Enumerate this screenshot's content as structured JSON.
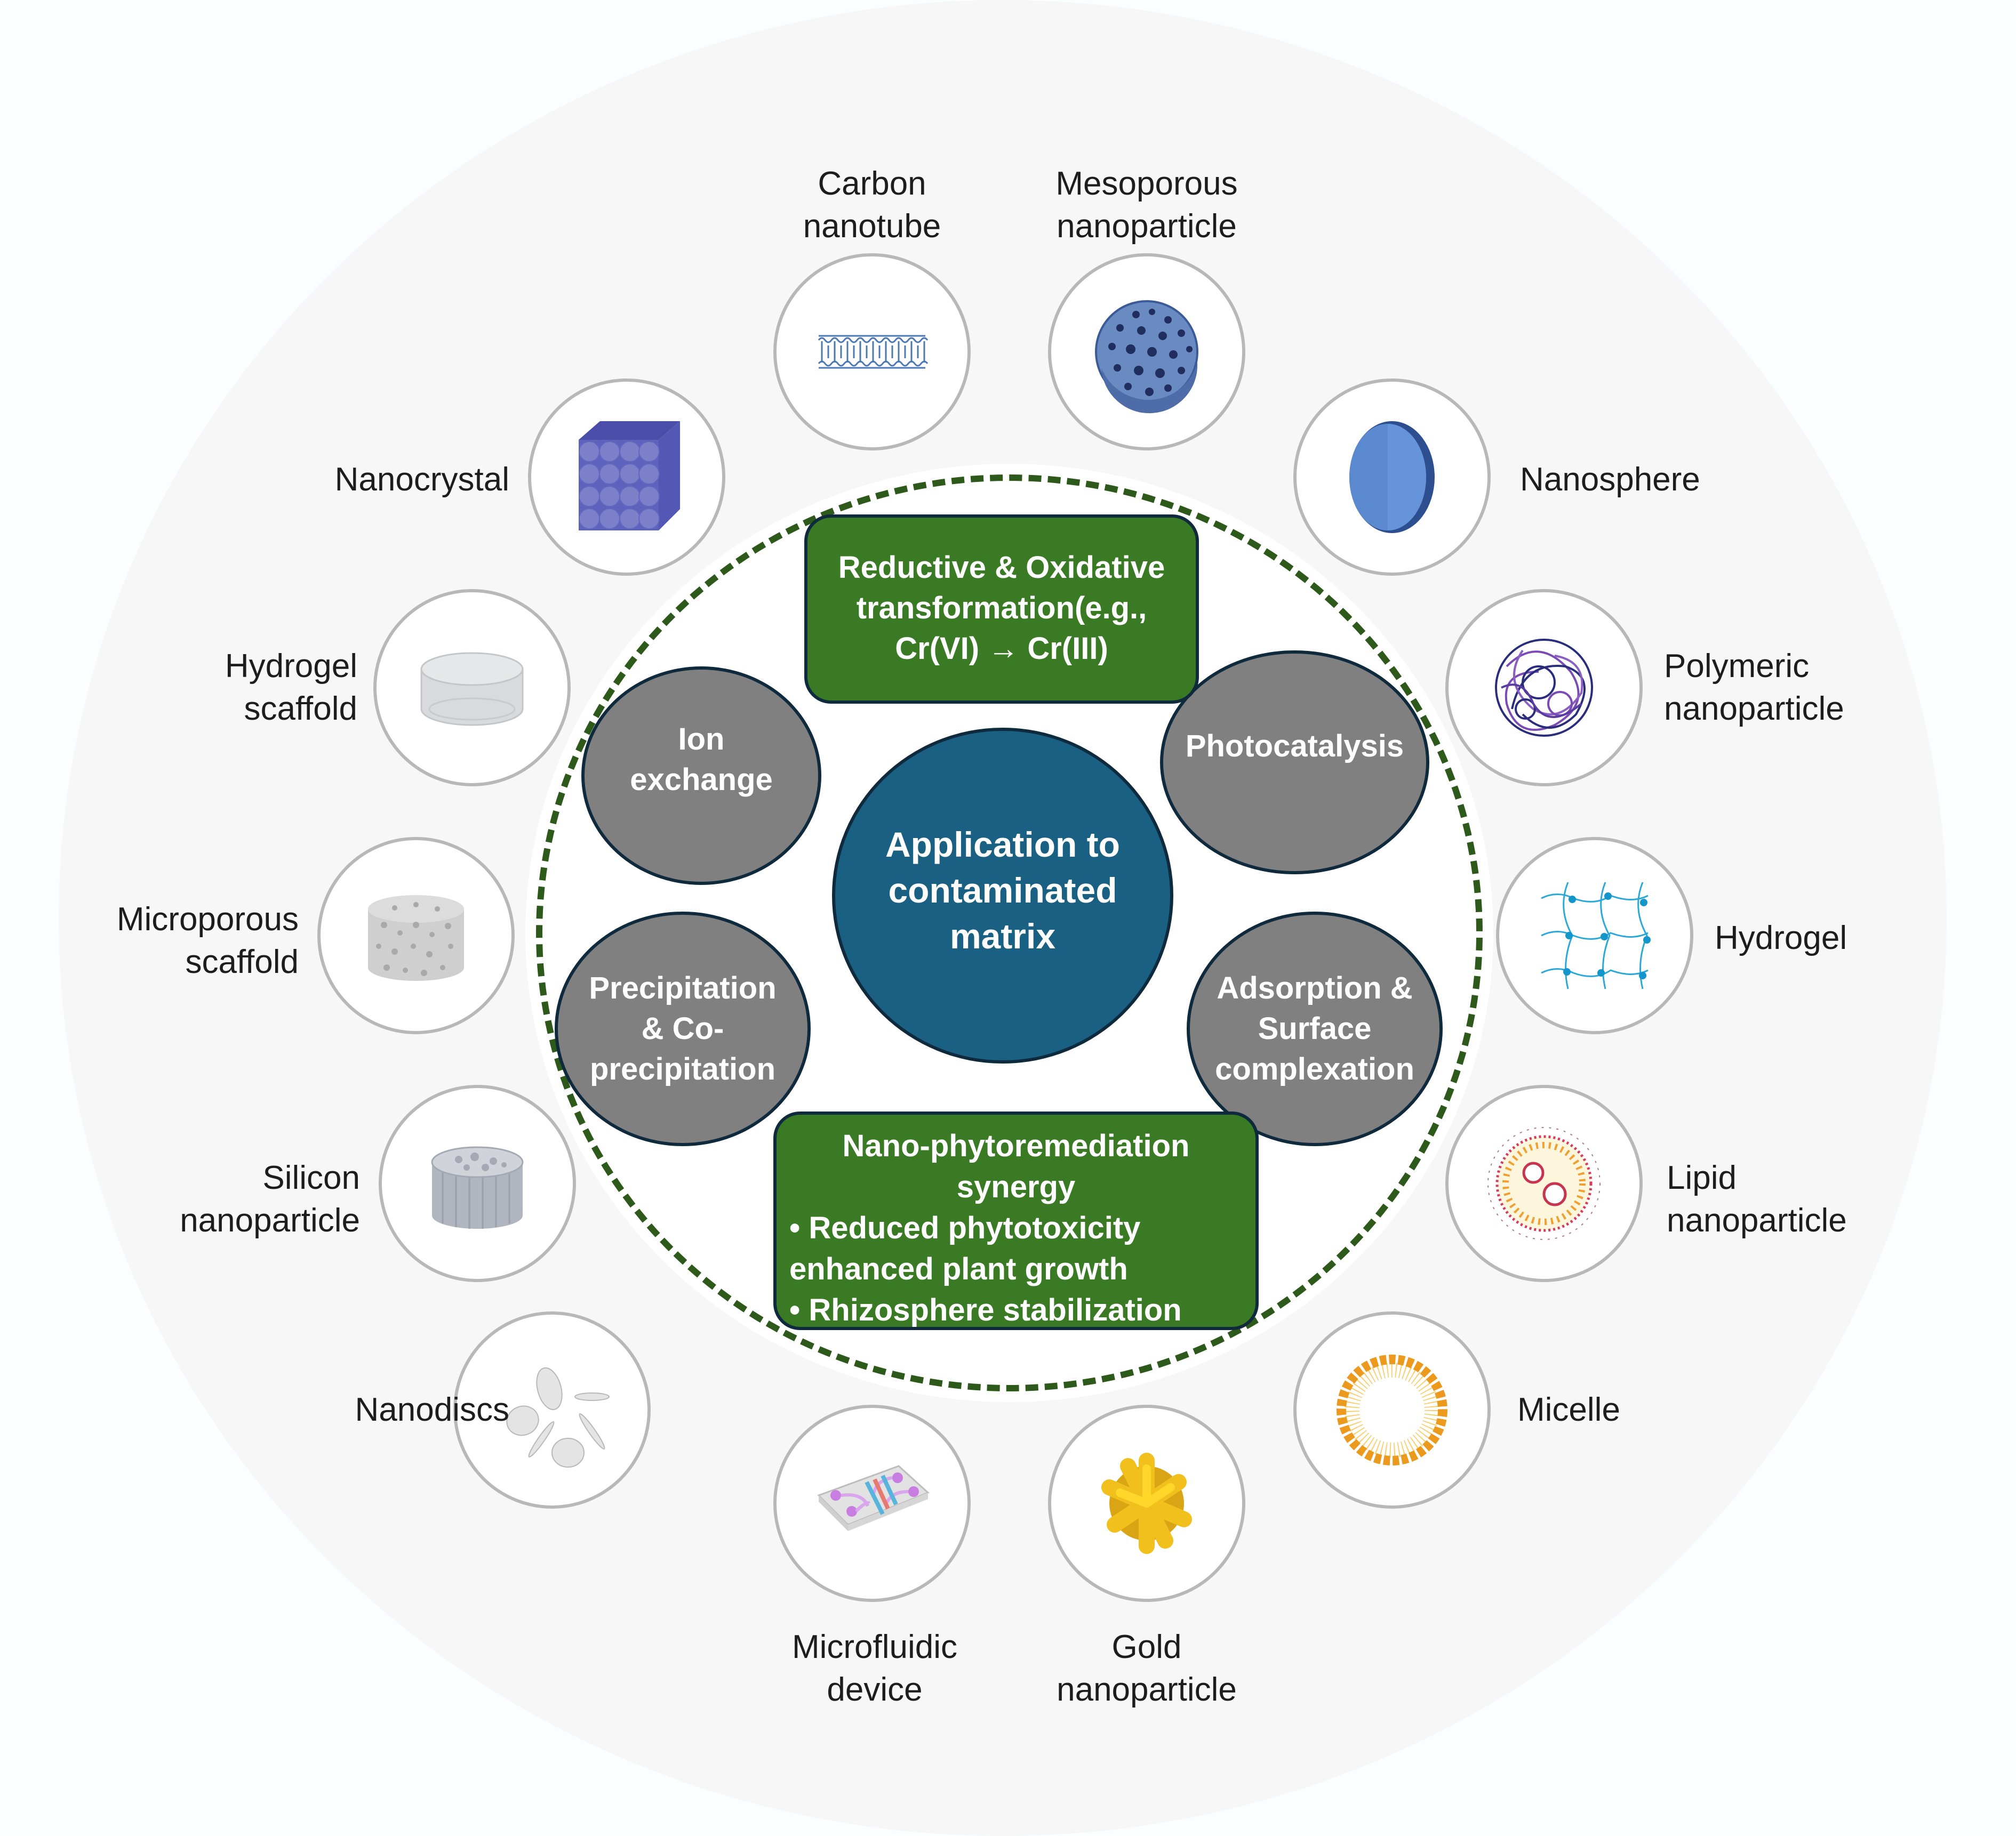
{
  "diagram": {
    "center": {
      "label": "Application to contaminated matrix",
      "lines": [
        "Application to",
        "contaminated",
        "matrix"
      ]
    },
    "mechanisms": [
      {
        "id": "ion-exchange",
        "lines": [
          "Ion",
          "exchange"
        ]
      },
      {
        "id": "precipitation",
        "lines": [
          "Precipitation",
          "& Co-",
          "precipitation"
        ]
      },
      {
        "id": "photocatalysis",
        "lines": [
          "Photocatalysis"
        ]
      },
      {
        "id": "adsorption",
        "lines": [
          "Adsorption &",
          "Surface",
          "complexation"
        ]
      }
    ],
    "green_boxes": {
      "top": {
        "lines": [
          "Reductive & Oxidative",
          "transformation(e.g.,",
          "Cr(VI) → Cr(III)"
        ]
      },
      "bottom": {
        "title_lines": [
          "Nano-phytoremediation",
          "synergy"
        ],
        "bullets": [
          "• Reduced phytotoxicity",
          "enhanced plant growth",
          "• Rhizosphere stabilization"
        ]
      }
    },
    "nanomaterials": [
      {
        "id": "carbon-nanotube",
        "lines": [
          "Carbon",
          "nanotube"
        ],
        "icon": "carbon-nanotube-icon"
      },
      {
        "id": "mesoporous-nanoparticle",
        "lines": [
          "Mesoporous",
          "nanoparticle"
        ],
        "icon": "mesoporous-sphere-icon"
      },
      {
        "id": "nanosphere",
        "lines": [
          "Nanosphere"
        ],
        "icon": "nanosphere-icon"
      },
      {
        "id": "polymeric-nanoparticle",
        "lines": [
          "Polymeric",
          "nanoparticle"
        ],
        "icon": "polymer-coil-icon"
      },
      {
        "id": "hydrogel",
        "lines": [
          "Hydrogel"
        ],
        "icon": "hydrogel-network-icon"
      },
      {
        "id": "lipid-nanoparticle",
        "lines": [
          "Lipid",
          "nanoparticle"
        ],
        "icon": "lipid-nanoparticle-icon"
      },
      {
        "id": "micelle",
        "lines": [
          "Micelle"
        ],
        "icon": "micelle-icon"
      },
      {
        "id": "gold-nanoparticle",
        "lines": [
          "Gold",
          "nanoparticle"
        ],
        "icon": "gold-nanostar-icon"
      },
      {
        "id": "microfluidic-device",
        "lines": [
          "Microfluidic",
          "device"
        ],
        "icon": "microfluidic-chip-icon"
      },
      {
        "id": "nanodiscs",
        "lines": [
          "Nanodiscs"
        ],
        "icon": "nanodiscs-icon"
      },
      {
        "id": "silicon-nanoparticle",
        "lines": [
          "Silicon",
          "nanoparticle"
        ],
        "icon": "silicon-cylinder-icon"
      },
      {
        "id": "microporous-scaffold",
        "lines": [
          "Microporous",
          "scaffold"
        ],
        "icon": "porous-scaffold-icon"
      },
      {
        "id": "hydrogel-scaffold",
        "lines": [
          "Hydrogel",
          "scaffold"
        ],
        "icon": "hydrogel-cylinder-icon"
      },
      {
        "id": "nanocrystal",
        "lines": [
          "Nanocrystal"
        ],
        "icon": "nanocrystal-lattice-icon"
      }
    ],
    "colors": {
      "hub": "#1a6083",
      "mechanism": "#808080",
      "green_box": "#3b7a25",
      "dashed_ring": "#2d5a1b",
      "outer_disc": "#f7f7f7"
    }
  }
}
